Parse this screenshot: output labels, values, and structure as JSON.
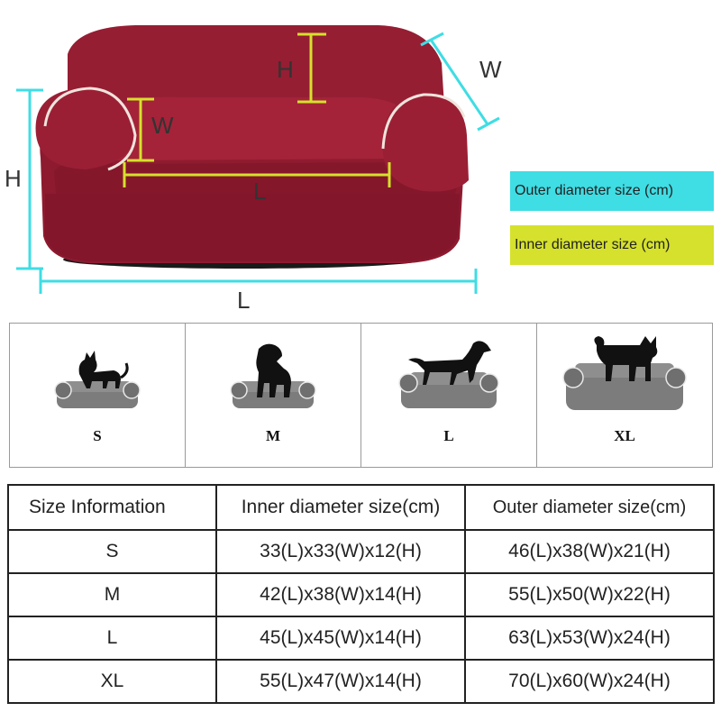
{
  "diagram": {
    "outer_labels": {
      "height": "H",
      "width": "W",
      "length": "L"
    },
    "inner_labels": {
      "height": "H",
      "width": "W",
      "length": "L"
    }
  },
  "legend": {
    "outer": {
      "label": "Outer diameter size (cm)",
      "color": "#3fdde4"
    },
    "inner": {
      "label": "Inner diameter size (cm)",
      "color": "#d5e12c"
    }
  },
  "colors": {
    "bed_main": "#951e33",
    "bed_shade": "#6f1224",
    "piping": "#f0e4dc",
    "thumb_bed": "#7c7c7c",
    "silhouette": "#111111"
  },
  "sizes": [
    {
      "label": "S",
      "icon": "chihuahua-silhouette-icon"
    },
    {
      "label": "M",
      "icon": "puppy-silhouette-icon"
    },
    {
      "label": "L",
      "icon": "greyhound-silhouette-icon"
    },
    {
      "label": "XL",
      "icon": "shiba-silhouette-icon"
    }
  ],
  "table": {
    "headers": [
      "Size Information",
      "Inner diameter size(cm)",
      "Outer diameter size(cm)"
    ],
    "rows": [
      [
        "S",
        "33(L)x33(W)x12(H)",
        "46(L)x38(W)x21(H)"
      ],
      [
        "M",
        "42(L)x38(W)x14(H)",
        "55(L)x50(W)x22(H)"
      ],
      [
        "L",
        "45(L)x45(W)x14(H)",
        "63(L)x53(W)x24(H)"
      ],
      [
        "XL",
        "55(L)x47(W)x14(H)",
        "70(L)x60(W)x24(H)"
      ]
    ]
  }
}
